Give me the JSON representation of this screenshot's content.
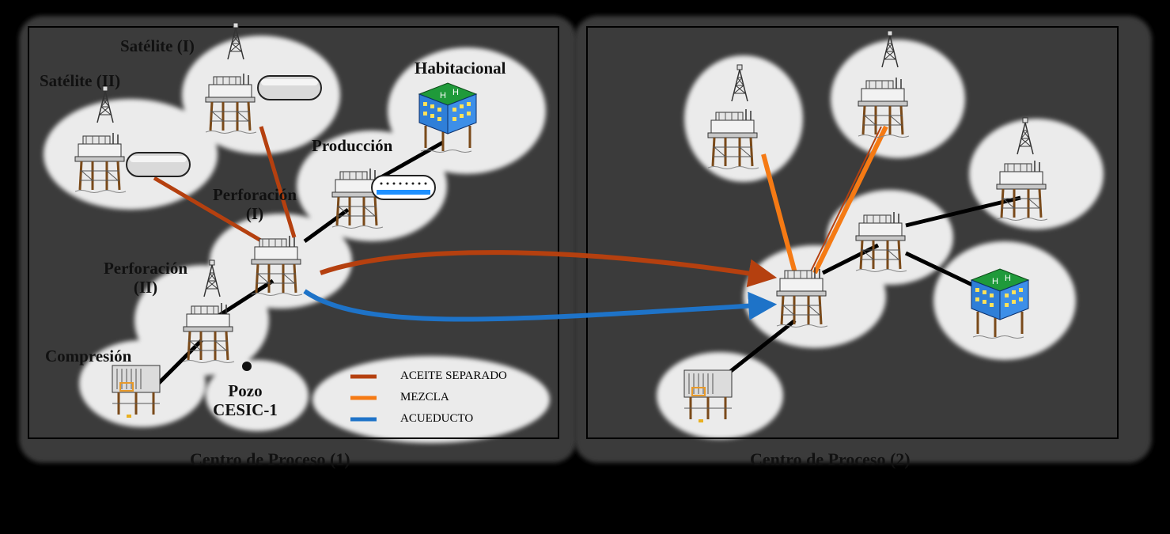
{
  "diagram": {
    "panel1": {
      "caption": "Centro de Proceso (1)",
      "labels": {
        "satelite1": "Satélite (I)",
        "satelite2": "Satélite (II)",
        "habitacional": "Habitacional",
        "produccion": "Producción",
        "perforacion1_line1": "Perforación",
        "perforacion1_line2": "(I)",
        "perforacion2_line1": "Perforación",
        "perforacion2_line2": "(II)",
        "compresion": "Compresión",
        "pozo_line1": "Pozo",
        "pozo_line2": "CESIC-1"
      }
    },
    "panel2": {
      "caption": "Centro de Proceso (2)"
    },
    "legend": [
      {
        "label": "ACEITE SEPARADO",
        "color": "#b5400f"
      },
      {
        "label": "MEZCLA",
        "color": "#f57a14"
      },
      {
        "label": "ACUEDUCTO",
        "color": "#1e73c8"
      }
    ],
    "colors": {
      "oil": "#b5400f",
      "mix": "#f57a14",
      "water": "#1e73c8",
      "link": "#000000",
      "panel_bg": "#3a3a3a",
      "blob": "#eeeeee"
    }
  }
}
